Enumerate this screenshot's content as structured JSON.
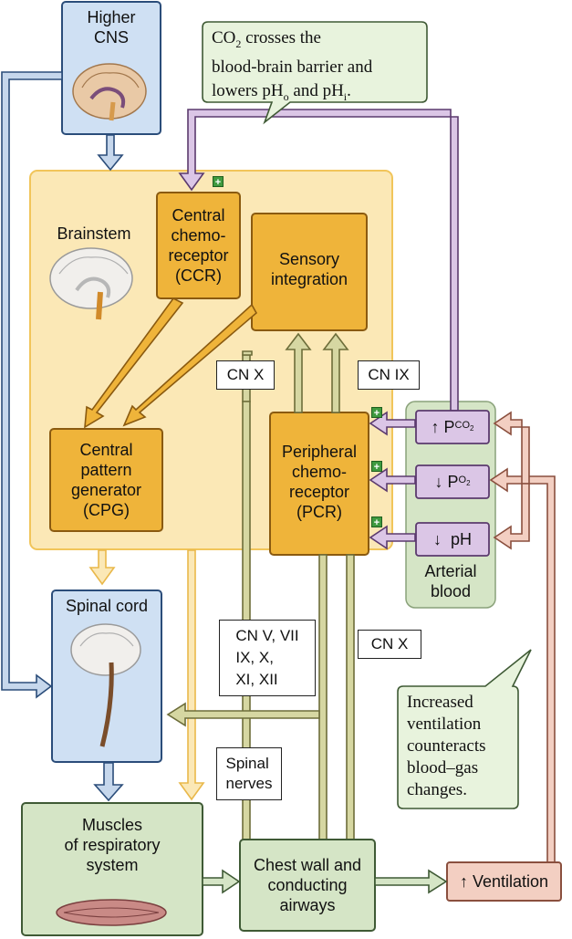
{
  "higher_cns": "Higher\nCNS",
  "callout_top": {
    "line1_pre": "CO",
    "line1_sub": "2",
    "line1_post": " crosses the",
    "line2": "blood-brain barrier and",
    "line3_pre": "lowers pH",
    "line3_sub1": "o",
    "line3_mid": " and pH",
    "line3_sub2": "i",
    "line3_post": "."
  },
  "brainstem": "Brainstem",
  "ccr": "Central\nchemo-\nreceptor\n(CCR)",
  "sensory": "Sensory\nintegration",
  "cpg": "Central\npattern\ngenerator\n(CPG)",
  "pcr": "Peripheral\nchemo-\nreceptor\n(PCR)",
  "cn_x_upper": "CN X",
  "cn_ix": "CN IX",
  "pco2": {
    "arrow": "↑",
    "p": "P",
    "sub": "CO",
    "sub2": "2"
  },
  "po2": {
    "arrow": "↓",
    "p": "P",
    "sub": "O",
    "sub2": "2"
  },
  "ph": {
    "arrow": "↓",
    "text": "pH"
  },
  "arterial_blood": "Arterial\nblood",
  "spinal_cord": "Spinal cord",
  "cn_list": "CN V, VII\nIX, X,\nXI, XII",
  "cn_x_lower": "CN X",
  "spinal_nerves": "Spinal\nnerves",
  "callout_bottom": "Increased\nventilation\ncounteracts\nblood–gas\nchanges.",
  "muscles": "Muscles\nof respiratory\nsystem",
  "chest_wall": "Chest wall and\nconducting\nairways",
  "ventilation": "↑ Ventilation",
  "plus_sign": "+",
  "colors": {
    "blue_box": "#cfe0f3",
    "blue_arrow": "#c6d7ec",
    "brainstem_bg": "#fbe8b6",
    "brainstem_border": "#f1c55a",
    "orange_box": "#efb43a",
    "orange_border": "#8a5a10",
    "green_box": "#d5e5c6",
    "purple_box": "#dbc6e6",
    "pink_box": "#f3cfc2",
    "olive_arrow": "#d6d7a2"
  }
}
